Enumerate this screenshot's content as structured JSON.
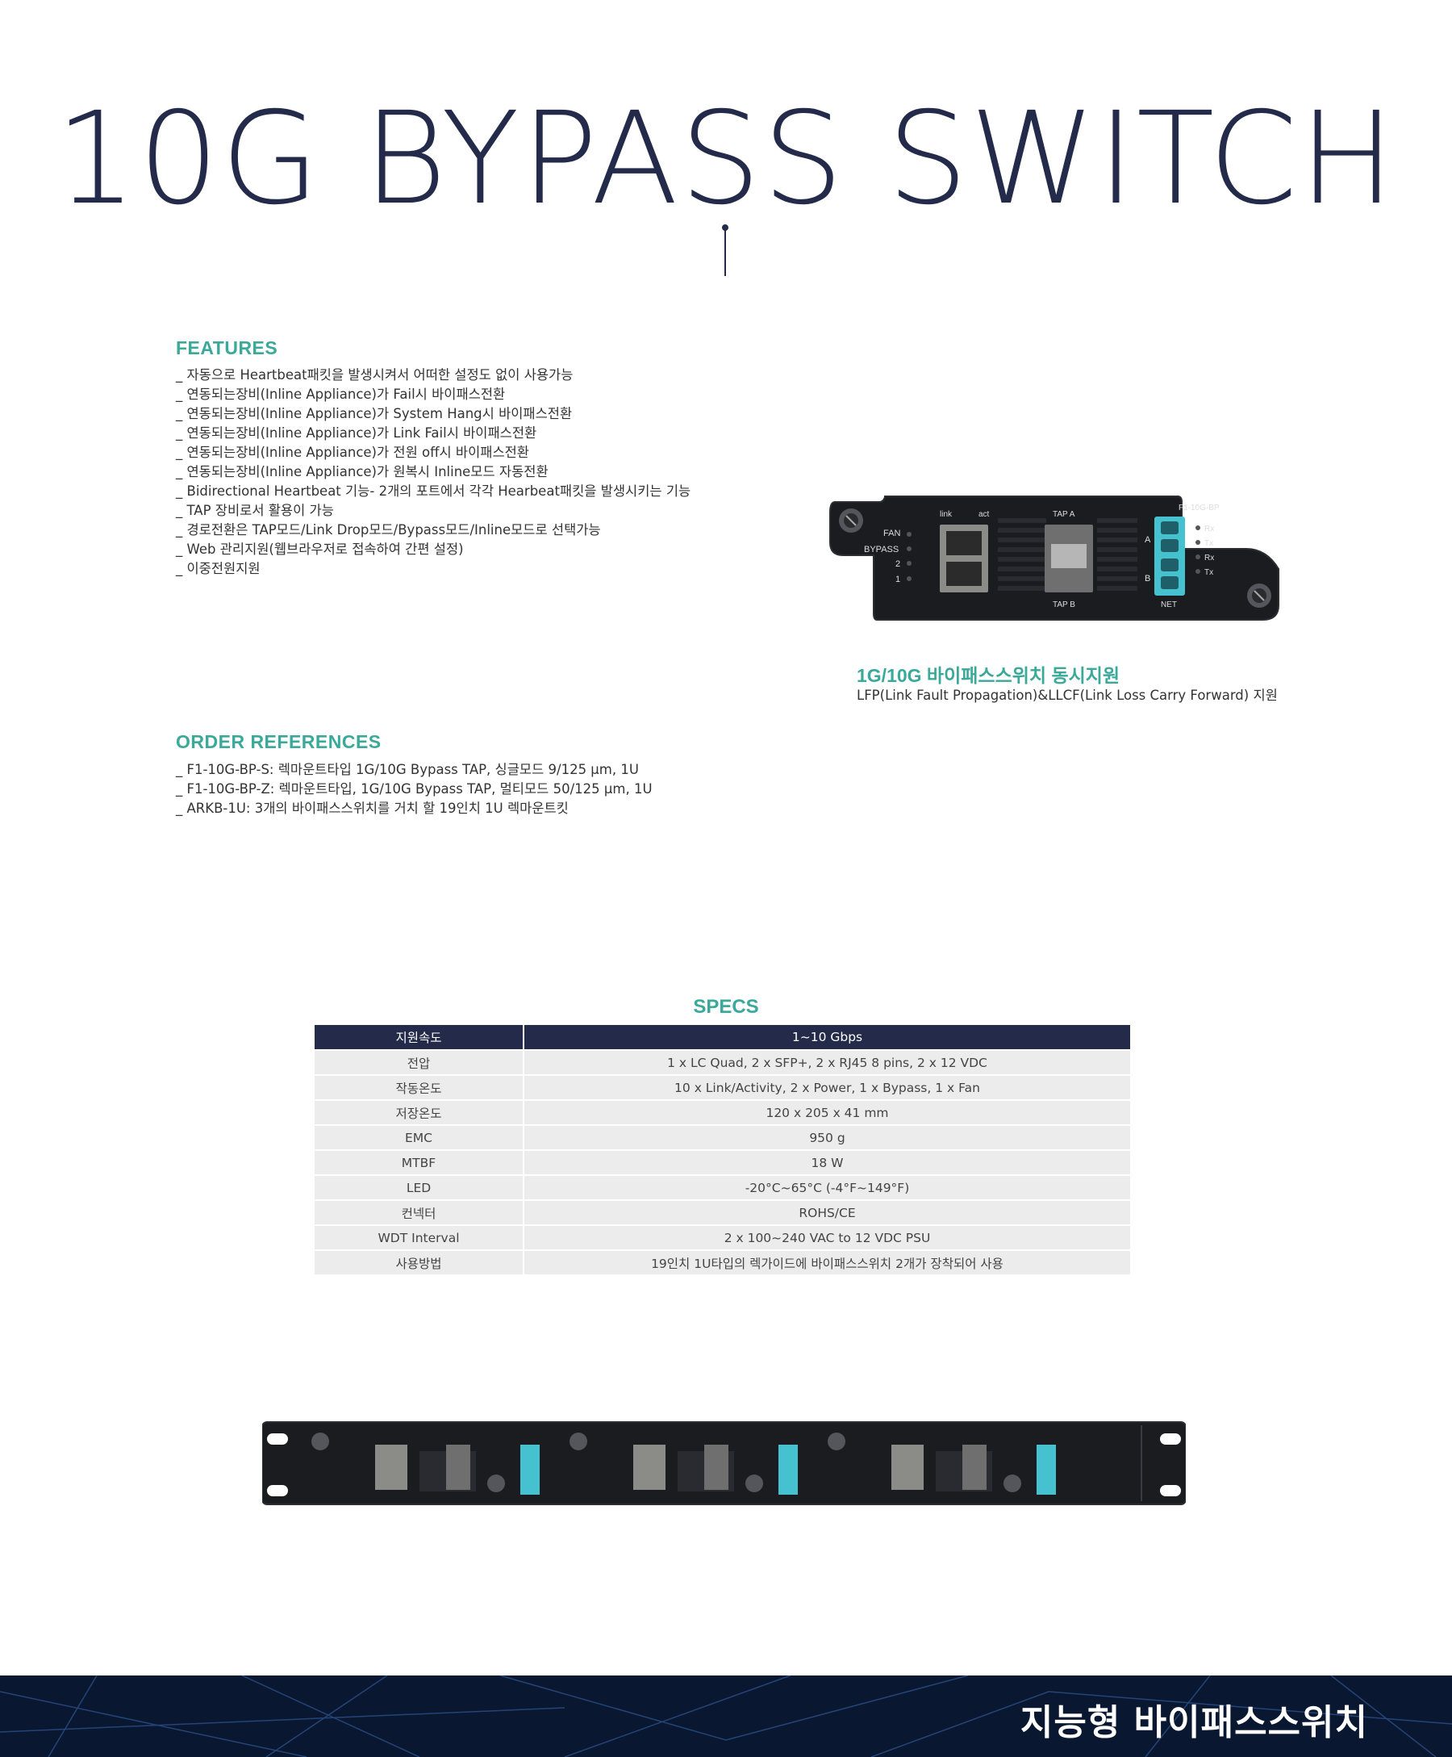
{
  "header": {
    "title": "10G BYPASS SWITCH"
  },
  "features": {
    "heading": "FEATURES",
    "items": [
      "_ 자동으로 Heartbeat패킷을 발생시켜서 어떠한 설정도 없이 사용가능",
      "_ 연동되는장비(Inline Appliance)가 Fail시 바이패스전환",
      "_ 연동되는장비(Inline Appliance)가 System Hang시 바이패스전환",
      "_ 연동되는장비(Inline Appliance)가 Link Fail시 바이패스전환",
      "_ 연동되는장비(Inline Appliance)가 전원 off시 바이패스전환",
      "_ 연동되는장비(Inline Appliance)가 원복시 Inline모드 자동전환",
      "_ Bidirectional Heartbeat 기능- 2개의 포트에서 각각 Hearbeat패킷을 발생시키는 기능",
      "_ TAP 장비로서 활용이 가능",
      "_ 경로전환은 TAP모드/Link Drop모드/Bypass모드/Inline모드로 선택가능",
      "_ Web 관리지원(웹브라우저로 접속하여 간편 설정)",
      "_ 이중전원지원"
    ]
  },
  "product": {
    "model": "F1-10G-BP",
    "labels": {
      "fan": "FAN",
      "bypass": "BYPASS",
      "two": "2",
      "one": "1",
      "link": "link",
      "act": "act",
      "tap_a": "TAP A",
      "tap_b": "TAP B",
      "a": "A",
      "b": "B",
      "net": "NET",
      "rx": "Rx",
      "tx": "Tx"
    },
    "caption_title": "1G/10G 바이패스스위치 동시지원",
    "caption_sub": "LFP(Link Fault Propagation)&LLCF(Link Loss Carry Forward) 지원"
  },
  "order": {
    "heading": "ORDER REFERENCES",
    "items": [
      "_ F1-10G-BP-S: 렉마운트타입 1G/10G Bypass TAP, 싱글모드 9/125 μm, 1U",
      "_ F1-10G-BP-Z: 렉마운트타입, 1G/10G Bypass TAP, 멀티모드 50/125 μm, 1U",
      "_ ARKB-1U: 3개의 바이패스스위치를 거치 할 19인치 1U 렉마운트킷"
    ]
  },
  "specs": {
    "title": "SPECS",
    "rows": [
      {
        "label": "지원속도",
        "value": "1~10 Gbps"
      },
      {
        "label": "전압",
        "value": "1 x LC Quad, 2 x SFP+, 2 x RJ45 8 pins, 2 x 12 VDC"
      },
      {
        "label": "작동온도",
        "value": "10 x Link/Activity, 2 x Power, 1 x Bypass, 1 x Fan"
      },
      {
        "label": "저장온도",
        "value": "120 x 205 x 41 mm"
      },
      {
        "label": "EMC",
        "value": "950 g"
      },
      {
        "label": "MTBF",
        "value": "18 W"
      },
      {
        "label": "LED",
        "value": "-20°C~65°C (-4°F~149°F)"
      },
      {
        "label": "컨넥터",
        "value": "ROHS/CE"
      },
      {
        "label": "WDT Interval",
        "value": "2 x 100~240 VAC to 12 VDC PSU"
      },
      {
        "label": "사용방법",
        "value": "19인치 1U타입의 렉가이드에 바이패스스위치 2개가 장착되어 사용"
      }
    ]
  },
  "footer": {
    "text": "지능형 바이패스스위치"
  },
  "colors": {
    "navy": "#232a4a",
    "teal": "#3aa99a",
    "accent_port": "#46c1d0"
  }
}
